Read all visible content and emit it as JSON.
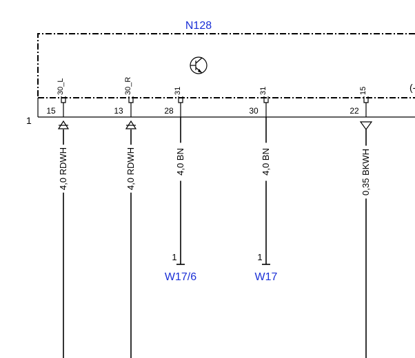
{
  "component": {
    "name": "N128",
    "connector_number": "1",
    "partial_text": "(-"
  },
  "pins": [
    {
      "id": "pin-15",
      "pin": "15",
      "signal": "30_L",
      "wire": "4,0 RDWH",
      "direction": "up"
    },
    {
      "id": "pin-13",
      "pin": "13",
      "signal": "30_R",
      "wire": "4,0 RDWH",
      "direction": "up"
    },
    {
      "id": "pin-28",
      "pin": "28",
      "signal": "31",
      "wire": "4,0 BN",
      "terminal": {
        "pin": "1",
        "label": "W17/6"
      }
    },
    {
      "id": "pin-30",
      "pin": "30",
      "signal": "31",
      "wire": "4,0 BN",
      "terminal": {
        "pin": "1",
        "label": "W17"
      }
    },
    {
      "id": "pin-22",
      "pin": "22",
      "signal": "15",
      "wire": "0,35 BKWH",
      "direction": "down"
    }
  ],
  "colors": {
    "line": "#000000",
    "label_blue": "#1a2fd6"
  }
}
